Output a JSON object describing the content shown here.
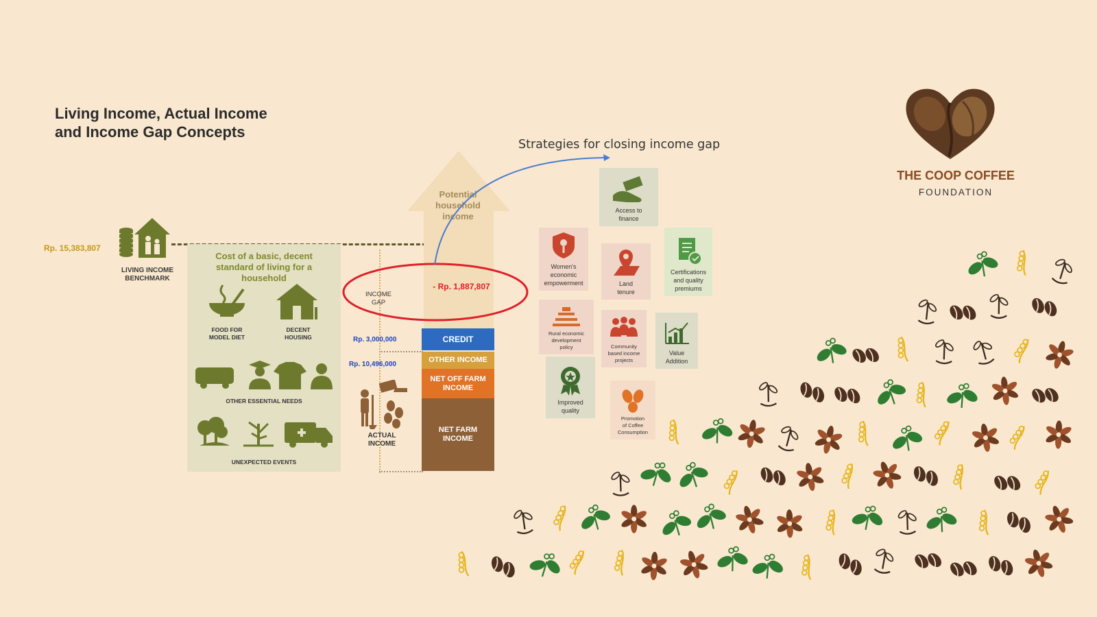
{
  "title_line1": "Living Income, Actual Income",
  "title_line2": "and Income Gap Concepts",
  "benchmark": {
    "value": "Rp. 15,383,807",
    "label_line1": "LIVING INCOME",
    "label_line2": "BENCHMARK"
  },
  "cost_panel": {
    "title": "Cost of a basic, decent standard of living for a household",
    "food": [
      "FOOD FOR",
      "MODEL DIET"
    ],
    "housing": [
      "DECENT",
      "HOUSING"
    ],
    "other_needs": "OTHER ESSENTIAL NEEDS",
    "unexpected": "UNEXPECTED EVENTS"
  },
  "potential": {
    "line1": "Potential",
    "line2": "household",
    "line3": "income"
  },
  "income_gap": {
    "label_line1": "INCOME",
    "label_line2": "GAP",
    "value": "- Rp. 1,887,807"
  },
  "credit_value": "Rp. 3,000,000",
  "actual_value": "Rp. 10,496,000",
  "blocks": {
    "credit": "CREDIT",
    "other_income": "OTHER INCOME",
    "net_off_farm": [
      "NET OFF FARM",
      "INCOME"
    ],
    "net_farm": [
      "NET FARM",
      "INCOME"
    ]
  },
  "actual_income": [
    "ACTUAL",
    "INCOME"
  ],
  "strategies_title": "Strategies for closing income gap",
  "strategies": {
    "finance": [
      "Access to",
      "finance"
    ],
    "women": [
      "Women's",
      "economic",
      "empowerment"
    ],
    "land": [
      "Land",
      "tenure"
    ],
    "certification": [
      "Certifications",
      "and quality",
      "premiums"
    ],
    "rural": [
      "Rural economic",
      "development",
      "policy"
    ],
    "community": [
      "Community",
      "based income",
      "projects"
    ],
    "value": [
      "Value",
      "Addition"
    ],
    "quality": [
      "Improved",
      "quality"
    ],
    "promotion": [
      "Promotion",
      "of Coffee",
      "Consumption"
    ]
  },
  "logo": {
    "name": "THE COOP COFFEE",
    "sub": "FOUNDATION"
  },
  "colors": {
    "background": "#f9e8cf",
    "credit": "#2e6bc0",
    "other_income": "#d6a03d",
    "net_off_farm": "#e07326",
    "net_farm": "#8e6038",
    "gap_ellipse": "#e0202a",
    "benchmark": "#c49a1a",
    "olive": "#7d8a2a",
    "leaf": "#2e7d32",
    "bean": "#4e3021"
  }
}
